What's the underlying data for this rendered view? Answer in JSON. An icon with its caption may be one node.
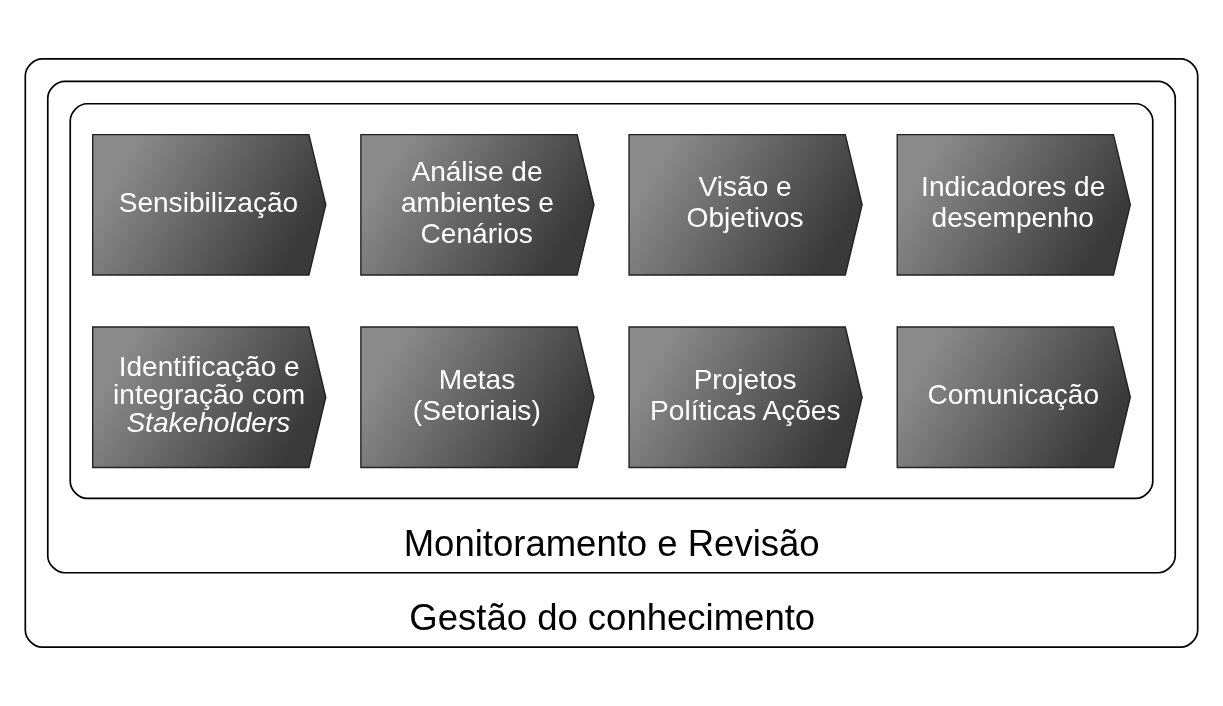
{
  "diagram": {
    "nodes": [
      {
        "text": [
          "Gestão do conhecimento"
        ]
      },
      {
        "text": [
          "Monitoramento e Revisão"
        ],
        "in": 0
      },
      {
        "text": [],
        "shape": "box",
        "in": 1
      },
      {
        "text": [
          "Sensibilização"
        ],
        "in": 2
      },
      {
        "text": [
          "Análise de ambientes e Cenários"
        ],
        "in": 2
      },
      {
        "text": [
          "Visão e Objetivos"
        ],
        "in": 2
      },
      {
        "text": [
          "Indicadores de desempenho"
        ],
        "in": 2
      },
      {
        "text": [
          "Identificação e integração com *Stakeholders*"
        ],
        "in": 2
      },
      {
        "text": [
          "Metas (Setoriais)"
        ],
        "in": 2
      },
      {
        "text": [
          "Projetos Políticas Ações"
        ],
        "in": 2
      },
      {
        "text": [
          "Comunicação"
        ],
        "in": 2
      }
    ]
  }
}
